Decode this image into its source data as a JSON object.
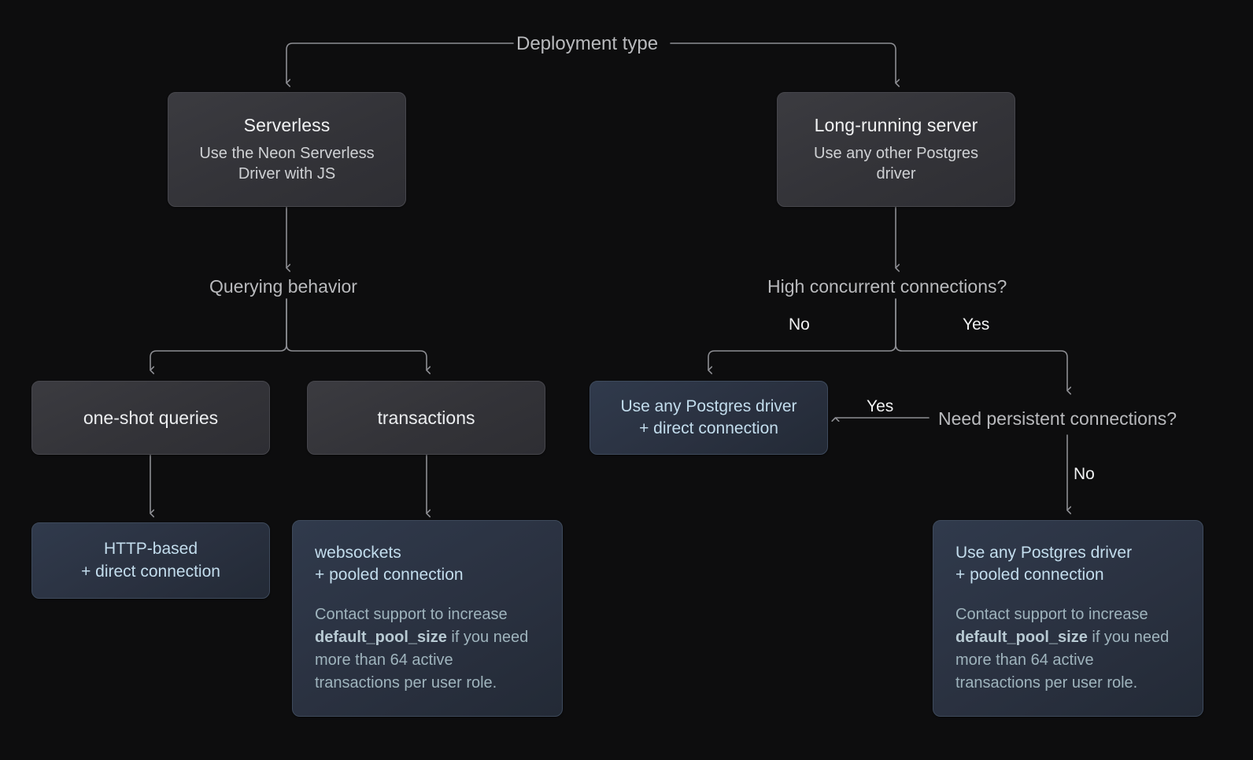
{
  "diagram": {
    "title": "Deployment type",
    "background_color": "#0d0d0e",
    "wire_color": "#8d8e93",
    "card_gray_color": "#333338",
    "card_blue_color": "#2a3140",
    "accent_text_color": "#c3dded"
  },
  "nodes": {
    "serverless": {
      "title": "Serverless",
      "subtitle": "Use the Neon Serverless\nDriver with JS"
    },
    "long_running": {
      "title": "Long-running server",
      "subtitle": "Use any other Postgres\ndriver"
    },
    "querying_behavior": {
      "label": "Querying behavior"
    },
    "high_concurrent": {
      "label": "High concurrent connections?"
    },
    "one_shot": {
      "label": "one-shot queries"
    },
    "transactions": {
      "label": "transactions"
    },
    "any_driver_direct": {
      "label": "Use any Postgres driver\n+ direct connection"
    },
    "need_persistent": {
      "label": "Need persistent connections?"
    },
    "http_based": {
      "label": "HTTP-based\n+ direct connection"
    },
    "websockets": {
      "title": "websockets\n+ pooled connection",
      "body_pre": "Contact support to increase ",
      "body_code": "default_pool_size",
      "body_post": " if you need more than 64 active transactions per user role."
    },
    "any_driver_pooled": {
      "title": "Use any Postgres driver\n+ pooled connection",
      "body_pre": "Contact support to increase ",
      "body_code": "default_pool_size",
      "body_post": " if you need more than 64 active transactions per user role."
    }
  },
  "edge_labels": {
    "no_concurrent": "No",
    "yes_concurrent": "Yes",
    "yes_persistent": "Yes",
    "no_persistent": "No"
  }
}
